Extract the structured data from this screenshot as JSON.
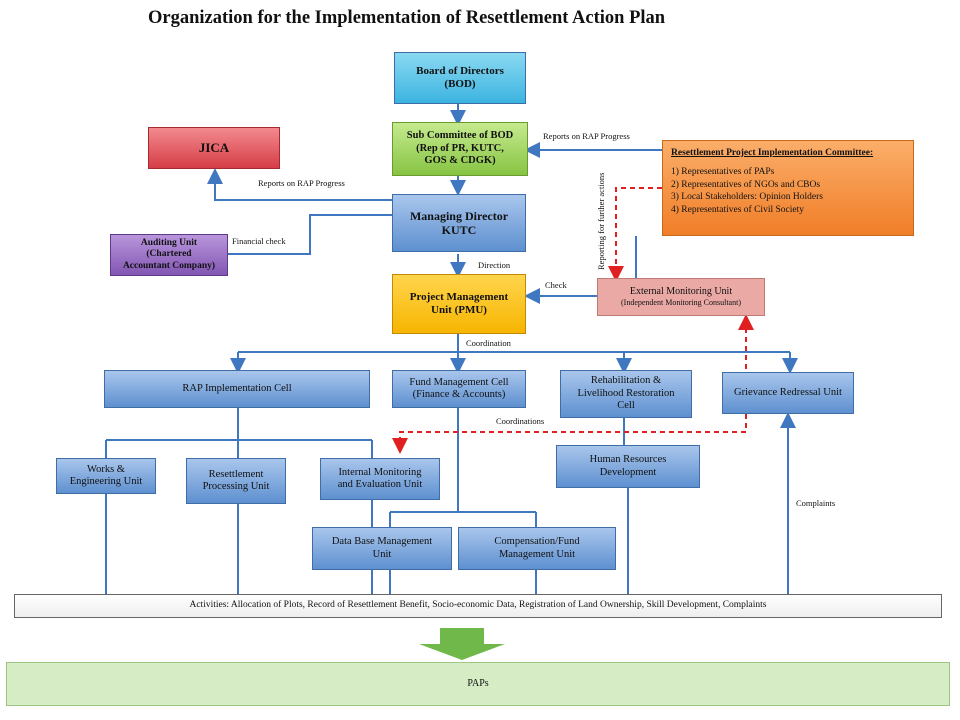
{
  "title": "Organization for the Implementation of Resettlement Action Plan",
  "boxes": {
    "bod": [
      "Board of Directors",
      "(BOD)"
    ],
    "subcommittee": [
      "Sub Committee of BOD",
      "(Rep of PR, KUTC,",
      "GOS & CDGK)"
    ],
    "jica": [
      "JICA"
    ],
    "md": [
      "Managing Director",
      "KUTC"
    ],
    "audit": [
      "Auditing Unit",
      "(Chartered",
      "Accountant Company)"
    ],
    "pmu": [
      "Project Management",
      "Unit (PMU)"
    ],
    "emu": [
      "External Monitoring Unit",
      "(Independent Monitoring Consultant)"
    ],
    "rap_cell": [
      "RAP Implementation Cell"
    ],
    "fund_cell": [
      "Fund Management Cell",
      "(Finance & Accounts)"
    ],
    "rehab_cell": [
      "Rehabilitation &",
      "Livelihood Restoration",
      "Cell"
    ],
    "gru": [
      "Grievance Redressal Unit"
    ],
    "works": [
      "Works &",
      "Engineering Unit"
    ],
    "resettlement_proc": [
      "Resettlement",
      "Processing Unit"
    ],
    "ime": [
      "Internal Monitoring",
      "and Evaluation Unit"
    ],
    "hrd": [
      "Human Resources",
      "Development"
    ],
    "dbm": [
      "Data Base Management",
      "Unit"
    ],
    "comp": [
      "Compensation/Fund",
      "Management Unit"
    ]
  },
  "rpic": {
    "heading": "Resettlement Project Implementation Committee:",
    "items": [
      "1) Representatives of PAPs",
      "2) Representatives of NGOs and CBOs",
      "3) Local Stakeholders: Opinion Holders",
      "4) Representatives of  Civil Society"
    ]
  },
  "labels": {
    "reports_rpic": "Reports on RAP Progress",
    "reports_jica": "Reports on RAP Progress",
    "financial_check": "Financial check",
    "direction": "Direction",
    "check": "Check",
    "coordination": "Coordination",
    "coordinations": "Coordinations",
    "complaints": "Complaints",
    "reporting_further": "Reporting for further actions"
  },
  "activities": "Activities: Allocation of Plots, Record of Resettlement Benefit, Socio-economic Data, Registration of Land Ownership, Skill Development, Complaints",
  "paps": "PAPs",
  "colors": {
    "bod": "#5ec8ea",
    "subcommittee": "#9bd15a",
    "jica": "#e0525a",
    "audit": "#8a5cb8",
    "pmu": "#ffc000",
    "emu": "#e9a6a6",
    "rpic": "#f58a3a",
    "unit_blue": "#6d9ad6",
    "connector": "#3f78c0",
    "dashed": "#e02020",
    "paps_band": "#d6ecc4",
    "down_arrow": "#70b84a"
  }
}
